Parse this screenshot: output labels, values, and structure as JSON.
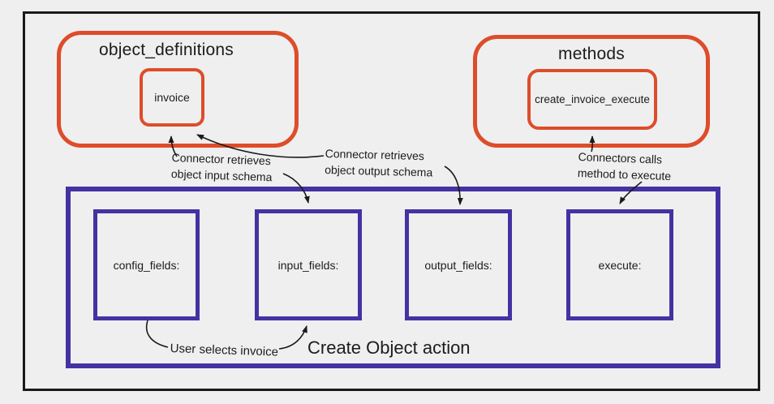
{
  "colors": {
    "accent_orange": "#dd4d29",
    "accent_purple": "#4432a2",
    "background": "#efeff0",
    "ink": "#1a1a1a"
  },
  "object_definitions": {
    "title": "object_definitions",
    "item_label": "invoice"
  },
  "methods": {
    "title": "methods",
    "item_label": "create_invoice_execute"
  },
  "create_object_action": {
    "title": "Create Object action",
    "fields": [
      "config_fields:",
      "input_fields:",
      "output_fields:",
      "execute:"
    ]
  },
  "annotations": {
    "input_schema": "Connector retrieves\nobject input schema",
    "output_schema": "Connector retrieves\nobject output schema",
    "method_execute": "Connectors calls\nmethod to execute",
    "user_selects": "User selects invoice"
  }
}
